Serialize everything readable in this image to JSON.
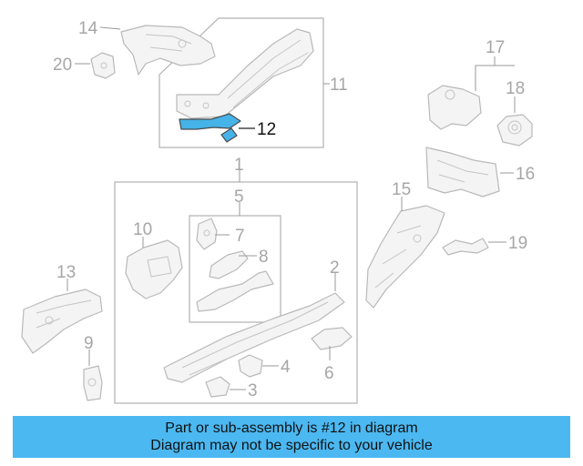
{
  "diagram": {
    "callouts": [
      "1",
      "2",
      "3",
      "4",
      "5",
      "6",
      "7",
      "8",
      "9",
      "10",
      "11",
      "12",
      "13",
      "14",
      "15",
      "16",
      "17",
      "18",
      "19",
      "20"
    ],
    "highlighted_part": "12",
    "highlight_color": "#45b3e8",
    "outline_color": "#b9b9b9"
  },
  "banner": {
    "line1": "Part or sub-assembly is #12 in diagram",
    "line2": "Diagram may not be specific to your vehicle",
    "background": "#4bb8f1"
  }
}
